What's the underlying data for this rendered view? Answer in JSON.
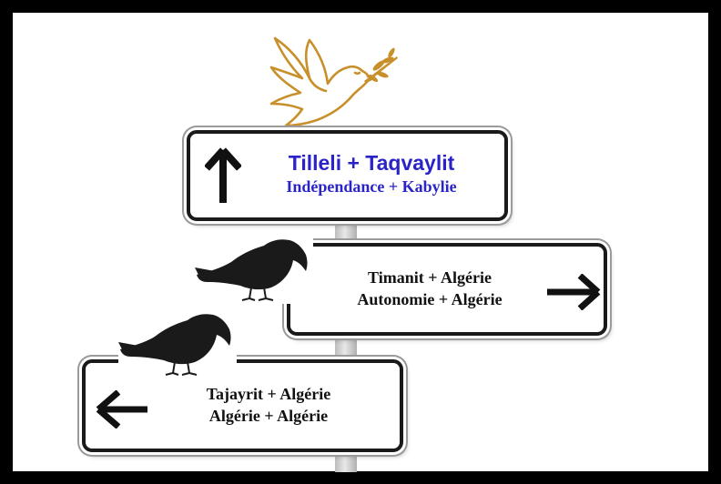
{
  "signs": [
    {
      "line1": "Tilleli + Taqvaylit",
      "line2": "Indépendance + Kabylie",
      "arrow": "up-arrow-icon",
      "color": "#2a24c8"
    },
    {
      "line1": "Timanit + Algérie",
      "line2": "Autonomie + Algérie",
      "arrow": "right-arrow-icon",
      "color": "#111111"
    },
    {
      "line1": "Tajayrit + Algérie",
      "line2": "Algérie + Algérie",
      "arrow": "left-arrow-icon",
      "color": "#111111"
    }
  ],
  "icons": {
    "dove": "dove-with-olive-branch-icon",
    "crow": "crow-icon"
  },
  "colors": {
    "frame": "#000000",
    "dove": "#c8902a",
    "crow": "#1a1a1a"
  }
}
